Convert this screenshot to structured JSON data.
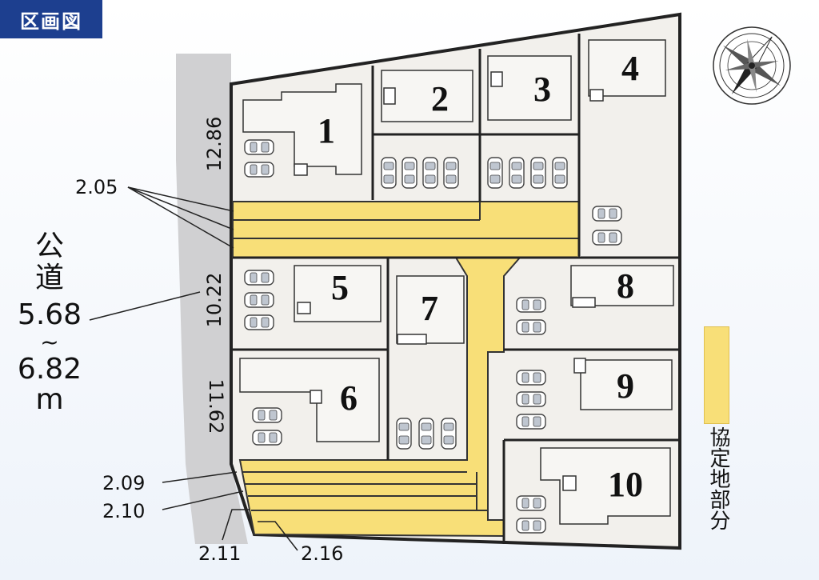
{
  "header": {
    "title": "区画図"
  },
  "road": {
    "line1": "公",
    "line2": "道",
    "width_min": "5.68",
    "tilde": "~",
    "width_max": "6.82",
    "unit": "m"
  },
  "frontages": {
    "f1": "12.86",
    "f2": "10.22",
    "f3": "11.62"
  },
  "passage_widths": {
    "w1": "2.05",
    "w2": "2.09",
    "w3": "2.10",
    "w4": "2.11",
    "w5": "2.16"
  },
  "lots": [
    "1",
    "2",
    "3",
    "4",
    "5",
    "6",
    "7",
    "8",
    "9",
    "10"
  ],
  "legend": {
    "label": "協定地部分"
  },
  "colors": {
    "shared_land": "#f8df78",
    "lot_fill": "#f2f0ec",
    "road": "#d0d0d2",
    "header_bg": "#1d3f8f"
  },
  "icons": [
    "compass-rose-icon",
    "car-icon"
  ]
}
